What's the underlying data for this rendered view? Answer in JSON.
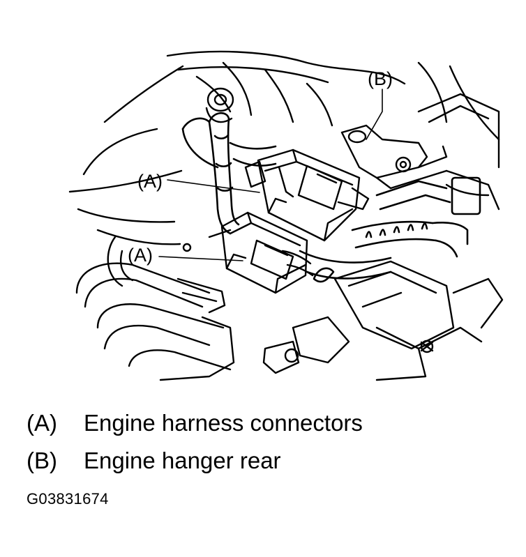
{
  "diagram": {
    "callouts": {
      "a_upper": "(A)",
      "a_lower": "(A)",
      "b": "(B)"
    }
  },
  "legend": [
    {
      "key": "(A)",
      "description": "Engine harness connectors"
    },
    {
      "key": "(B)",
      "description": "Engine hanger rear"
    }
  ],
  "figure_id": "G03831674"
}
